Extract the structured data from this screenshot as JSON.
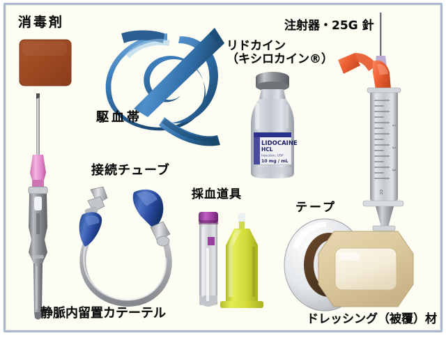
{
  "poster": {
    "title_visible": false,
    "frame_border_color": "#a9b8cd",
    "background_color": "#fdfdf3"
  },
  "labels": {
    "antiseptic": "消毒剤",
    "tourniquet": "駆血帯",
    "extension_tube": "接続チューブ",
    "iv_catheter": "静脈内留置カテーテル",
    "lidocaine": "リドカイン\n（キシロカイン®）",
    "lidocaine_line1": "リドカイン",
    "lidocaine_line2": "（キシロカイン®）",
    "syringe": "注射器・25G 針",
    "blood_draw_kit": "採血道具",
    "tape": "テープ",
    "dressing": "ドレッシング（被覆）材"
  },
  "items": [
    {
      "name": "antiseptic-swab",
      "label": "消毒剤",
      "color": "#9d4a22",
      "shape": "rounded-square"
    },
    {
      "name": "tourniquet-band",
      "label": "駆血帯",
      "color": "#3f7fc0",
      "shape": "looped-ribbon"
    },
    {
      "name": "iv-catheter",
      "label": "静脈内留置カテーテル",
      "body_color": "#8d8f93",
      "hub_color": "#e88ccb",
      "needle_color": "#b9bcbf"
    },
    {
      "name": "extension-tube",
      "label": "接続チューブ",
      "tube_color": "#b5b7ba",
      "connector_color": "#2f57a6"
    },
    {
      "name": "lidocaine-vial",
      "label": "リドカイン（キシロカイン®）",
      "vial_text": {
        "drug_name": "LIDOCAINE",
        "salt": "HCL",
        "usp_line": "Injection, USP",
        "strength": "10 mg / mL"
      },
      "cap_color": "#8e9094",
      "glass_color": "#cdd0d8"
    },
    {
      "name": "syringe-25g-needle",
      "label": "注射器・25G 針",
      "needle_gauge": "25G",
      "barrel_color": "#c8ccd1",
      "cap_color": "#f0663a",
      "scale_unit": "cc"
    },
    {
      "name": "blood-collection-tube",
      "label": "採血道具",
      "cap_color": "#9b3f9b",
      "tube_color": "#d5d7da"
    },
    {
      "name": "blood-tube-holder",
      "label": "採血道具",
      "color": "#d6e03c"
    },
    {
      "name": "tape-roll",
      "label": "テープ",
      "color": "#e8eaec"
    },
    {
      "name": "dressing-pad",
      "label": "ドレッシング（被覆）材",
      "border_color": "#d9c59a",
      "pad_color": "#f5eedd"
    }
  ]
}
